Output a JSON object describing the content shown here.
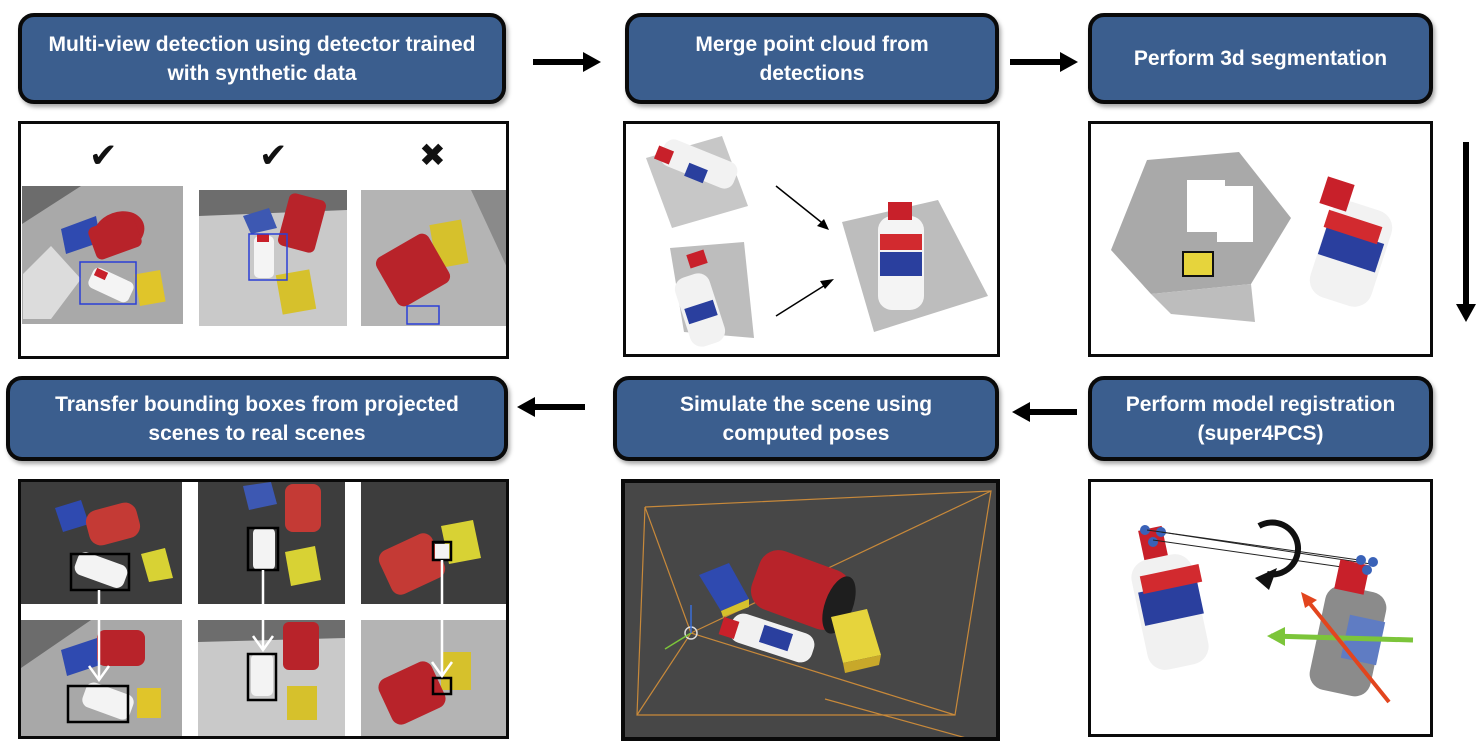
{
  "steps": {
    "detection": "Multi-view detection using detector trained\nwith synthetic data",
    "merge": "Merge point cloud from\ndetections",
    "segmentation": "Perform 3d segmentation",
    "registration": "Perform model registration\n(super4PCS)",
    "simulate": "Simulate the scene using\ncomputed poses",
    "transfer": "Transfer bounding boxes from projected\nscenes to real scenes"
  },
  "detection_marks": [
    "✔",
    "✔",
    "✖"
  ],
  "colors": {
    "box_fill": "#3b5e8e",
    "box_border": "#0a0a0a",
    "detection_box": "#2b3fd6",
    "glue_red": "#c8202a",
    "glue_blue": "#2a3f9e",
    "can_red": "#b8232a",
    "orange_axis": "#e2451e",
    "green_axis": "#7cc53a",
    "sim_background": "#474747",
    "frustum": "#c8893a"
  },
  "icons": [
    "right-arrow-icon",
    "left-arrow-icon",
    "down-arrow-icon",
    "check-icon",
    "cross-icon",
    "rotation-icon"
  ]
}
